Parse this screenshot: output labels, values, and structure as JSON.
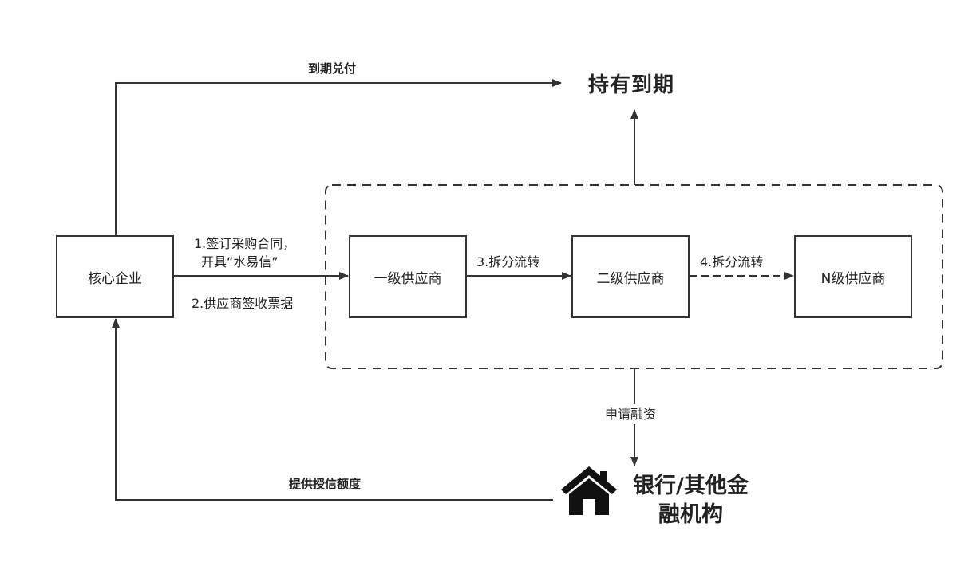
{
  "nodes": {
    "core_enterprise": "核心企业",
    "tier1_supplier": "一级供应商",
    "tier2_supplier": "二级供应商",
    "tierN_supplier": "N级供应商",
    "hold_to_maturity": "持有到期",
    "bank_line1": "银行/其他金",
    "bank_line2": "融机构"
  },
  "edges": {
    "maturity_payment": "到期兑付",
    "sign_contract_line1": "1.签订采购合同，",
    "sign_contract_line2": "开具“水易信”",
    "supplier_signs": "2.供应商签收票据",
    "split_transfer_1": "3.拆分流转",
    "split_transfer_2": "4.拆分流转",
    "apply_financing": "申请融资",
    "provide_credit": "提供授信额度"
  },
  "colors": {
    "line": "#333333",
    "text": "#222222",
    "background": "#ffffff"
  },
  "icons": {
    "bank": "house-icon"
  }
}
